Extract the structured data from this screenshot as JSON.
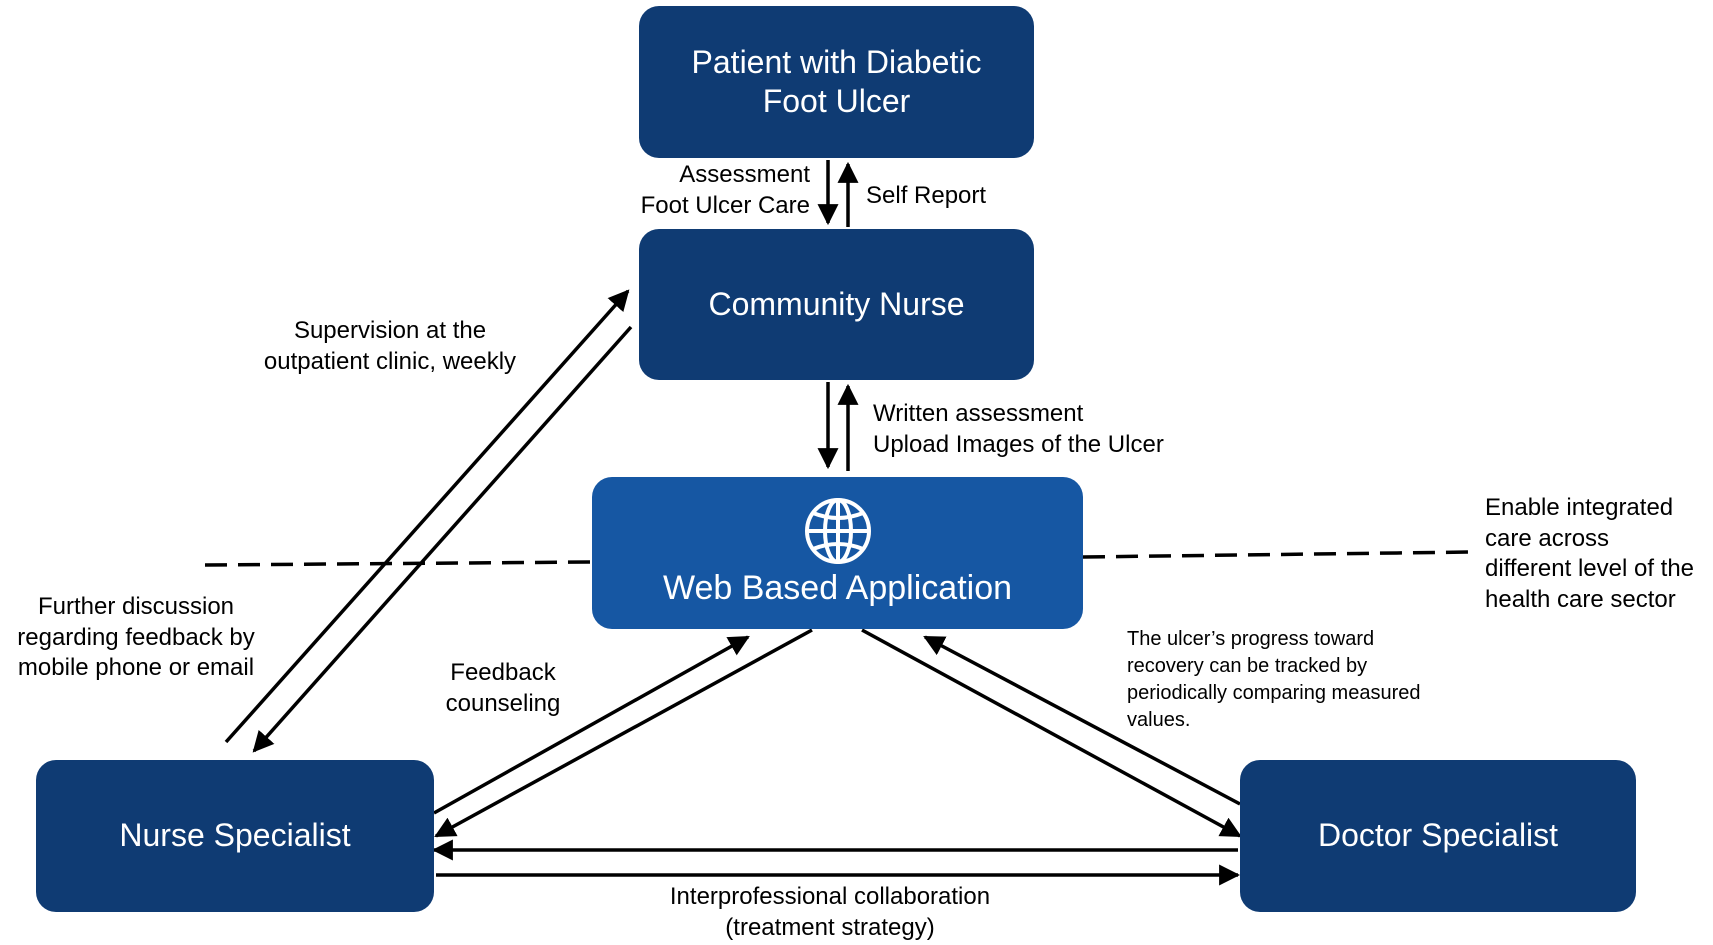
{
  "colors": {
    "node_dark": "#0f3b73",
    "node_web": "#1657a3",
    "line": "#000000",
    "text": "#000000",
    "node_text": "#ffffff"
  },
  "nodes": {
    "patient": {
      "line1": "Patient with Diabetic",
      "line2": "Foot Ulcer"
    },
    "community_nurse": {
      "label": "Community Nurse"
    },
    "web_app": {
      "label": "Web Based Application",
      "icon": "globe-icon"
    },
    "nurse_specialist": {
      "label": "Nurse Specialist"
    },
    "doctor_specialist": {
      "label": "Doctor Specialist"
    }
  },
  "edge_labels": {
    "assessment": {
      "line1": "Assessment",
      "line2": "Foot Ulcer Care"
    },
    "self_report": {
      "label": "Self Report"
    },
    "written": {
      "line1": "Written assessment",
      "line2": "Upload Images of the Ulcer"
    },
    "supervision": {
      "line1": "Supervision at the",
      "line2": "outpatient clinic, weekly"
    },
    "further_discussion": {
      "line1": "Further discussion",
      "line2": "regarding feedback by",
      "line3": "mobile phone or email"
    },
    "feedback": {
      "line1": "Feedback",
      "line2": "counseling"
    },
    "progress": {
      "line1": "The ulcer’s progress toward",
      "line2": "recovery can be tracked by",
      "line3": "periodically comparing measured",
      "line4": "values."
    },
    "interprofessional": {
      "line1": "Interprofessional collaboration",
      "line2": "(treatment strategy)"
    }
  },
  "annotations": {
    "integrated": {
      "line1": "Enable integrated",
      "line2": "care across",
      "line3": "different level of the",
      "line4": "health care sector"
    }
  }
}
